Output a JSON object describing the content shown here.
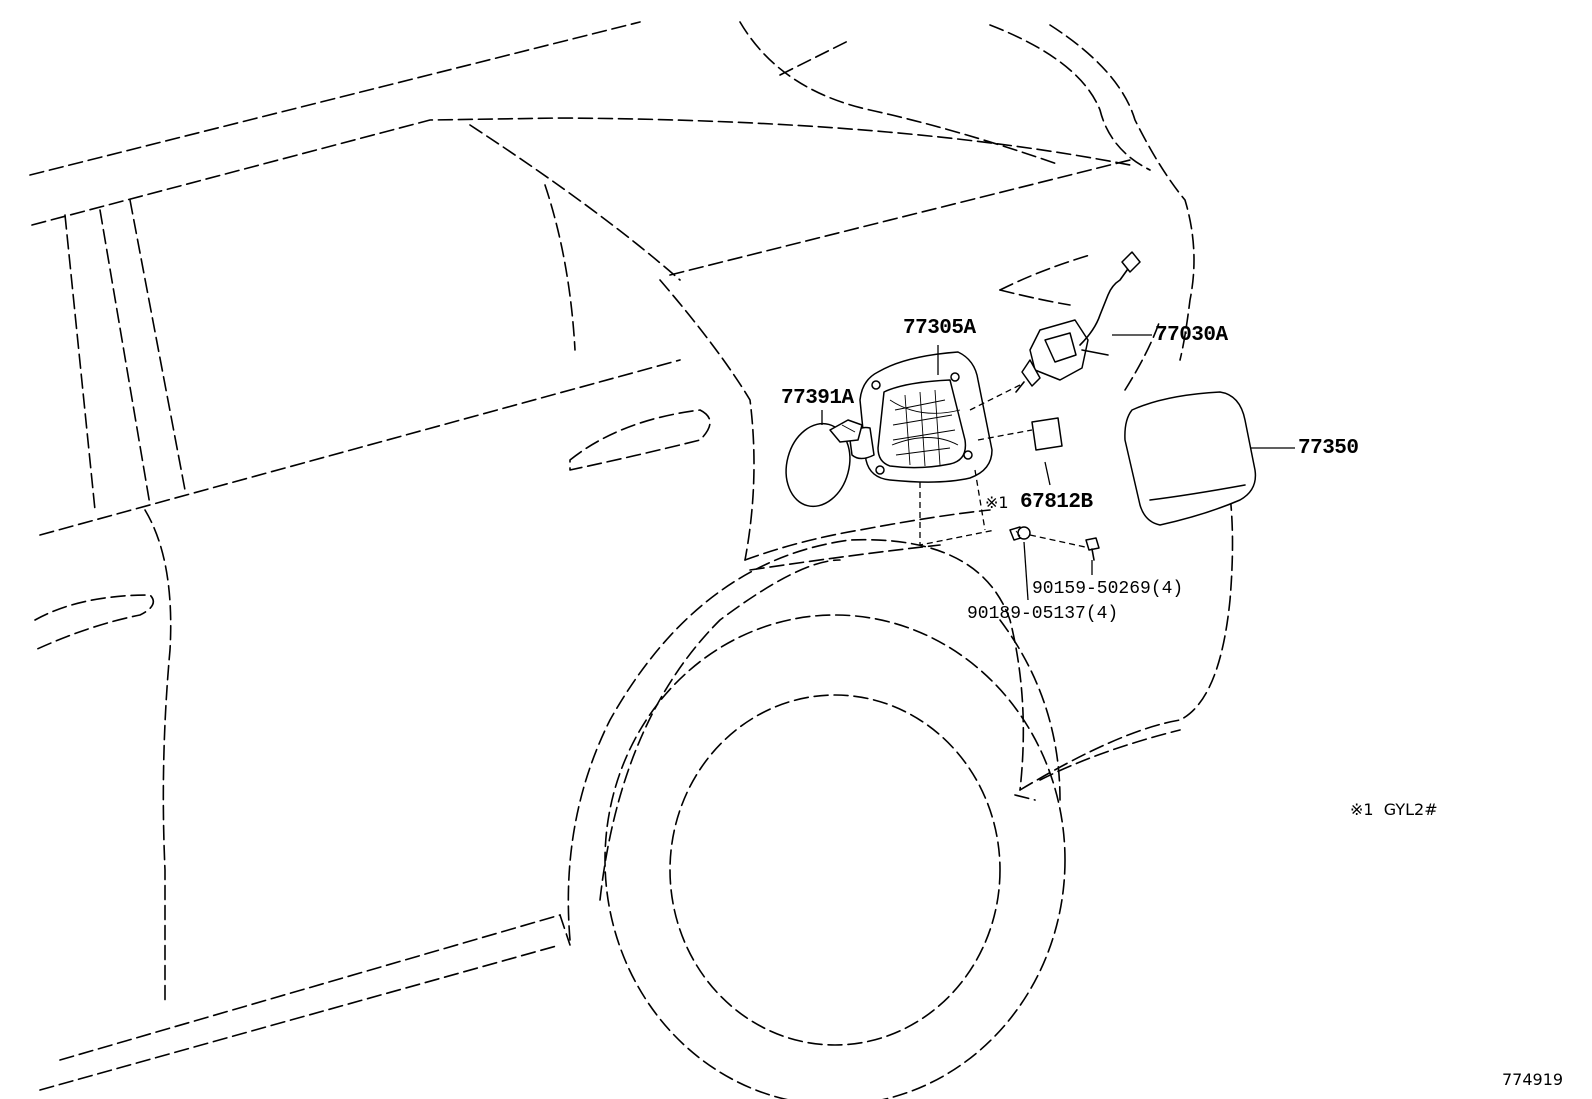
{
  "parts": {
    "p77305A": "77305A",
    "p77391A": "77391A",
    "p77030A": "77030A",
    "p77350": "77350",
    "p67812B": "67812B",
    "p67812B_mark": "※1",
    "p90159": "90159-50269(4)",
    "p90189": "90189-05137(4)"
  },
  "note": {
    "mark": "※1",
    "text": "GYL2#"
  },
  "illustration_number": "774919"
}
